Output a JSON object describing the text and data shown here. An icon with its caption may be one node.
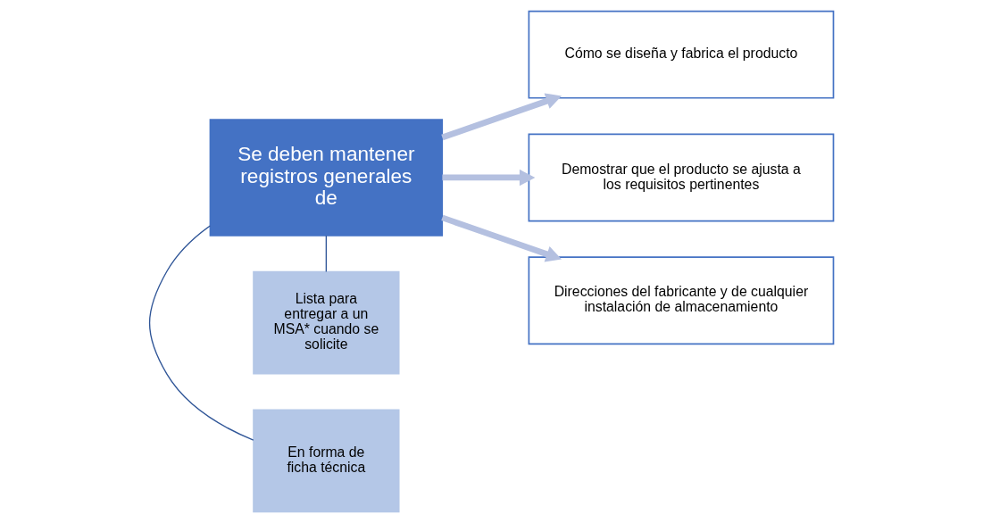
{
  "diagram": {
    "nodes": [
      {
        "text": [
          "Se deben mantener registros generales de"
        ]
      },
      {
        "text": [
          "Cómo se diseña y fabrica el producto"
        ]
      },
      {
        "text": [
          "Demostrar que el producto se ajusta a los requisitos pertinentes"
        ]
      },
      {
        "text": [
          "Direcciones del fabricante y de cualquier instalación de almacenamiento"
        ]
      },
      {
        "text": [
          "En forma de ficha técnica"
        ]
      },
      {
        "text": [
          "Lista para entregar a un MSA* cuando se solicite"
        ]
      }
    ],
    "edges": [
      {
        "from": 0,
        "to": 1,
        "arrow": "to"
      },
      {
        "from": 0,
        "to": 2,
        "arrow": "to"
      },
      {
        "from": 0,
        "to": 3,
        "arrow": "to"
      },
      {
        "from": 0,
        "to": 4,
        "arrow": "none",
        "color": "#2f5597"
      },
      {
        "from": 0,
        "to": 5,
        "arrow": "none",
        "color": "#2f5597"
      }
    ]
  }
}
